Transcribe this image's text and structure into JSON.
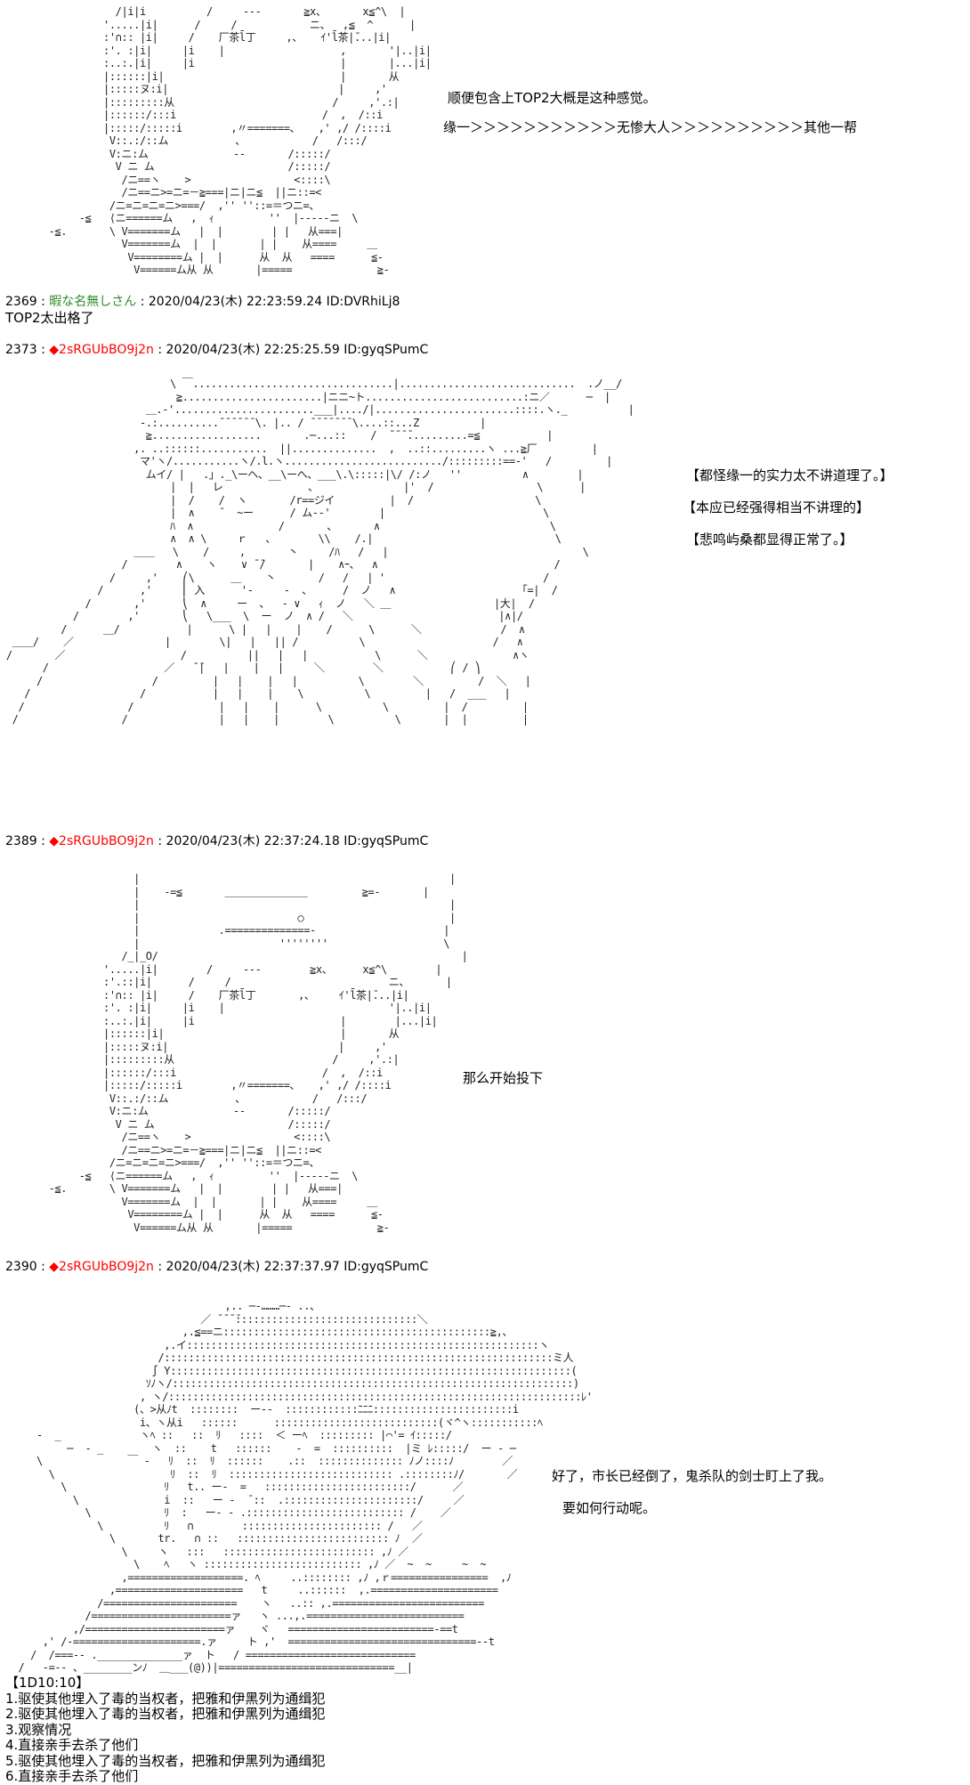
{
  "block1": {
    "captions": [
      "顺便包含上TOP2大概是这种感觉。",
      "缘一＞＞＞＞＞＞＞＞＞＞＞无惨大人＞＞＞＞＞＞＞＞＞＞其他一帮"
    ]
  },
  "post2369": {
    "number": "2369",
    "name": "暇な名無しさん",
    "timestamp": "2020/04/23(木) 22:23:59.24",
    "id": "ID:DVRhiLj8",
    "body": "TOP2太出格了"
  },
  "post2373": {
    "number": "2373",
    "diamond": "◆",
    "trip": "2sRGUbBO9j2n",
    "timestamp": "2020/04/23(木) 22:25:25.59",
    "id": "ID:gyqSPumC",
    "captions": [
      "【都怪缘一的实力太不讲道理了。】",
      "【本应已经强得相当不讲理的】",
      "【悲鸣屿桑都显得正常了。】"
    ]
  },
  "post2389": {
    "number": "2389",
    "diamond": "◆",
    "trip": "2sRGUbBO9j2n",
    "timestamp": "2020/04/23(木) 22:37:24.18",
    "id": "ID:gyqSPumC",
    "caption": "那么开始投下"
  },
  "post2390": {
    "number": "2390",
    "diamond": "◆",
    "trip": "2sRGUbBO9j2n",
    "timestamp": "2020/04/23(木) 22:37:37.97",
    "id": "ID:gyqSPumC",
    "captions": [
      "好了，市长已经倒了，鬼杀队的剑士盯上了我。",
      "要如何行动呢。"
    ],
    "choices": {
      "header": "【1D10:10】",
      "items": [
        "1.驱使其他埋入了毒的当权者，把雅和伊黑列为通缉犯",
        "2.驱使其他埋入了毒的当权者，把雅和伊黑列为通缉犯",
        "3.观察情况",
        "4.直接亲手去杀了他们",
        "5.驱使其他埋入了毒的当权者，把雅和伊黑列为通缉犯",
        "6.直接亲手去杀了他们"
      ]
    }
  }
}
